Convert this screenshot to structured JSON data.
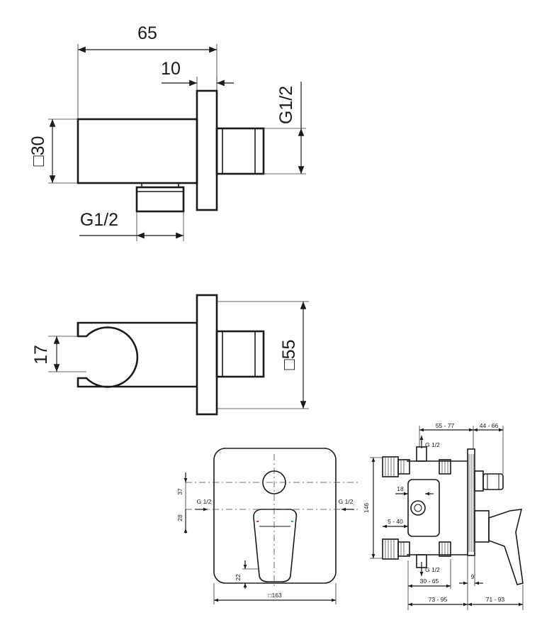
{
  "top_view": {
    "dim_total_width": "65",
    "dim_flange": "10",
    "dim_thread_right": "G1/2",
    "dim_square_height": "□30",
    "dim_thread_bottom": "G1/2"
  },
  "holder_view": {
    "dim_holder_opening": "17",
    "dim_plate_square": "□55"
  },
  "trim_front": {
    "dim_top_offset": "37",
    "dim_mid_offset": "28",
    "dim_inlet_left": "G 1/2",
    "dim_inlet_right": "G 1/2",
    "dim_bottom_gap": "22",
    "dim_plate_width": "□163"
  },
  "valve_side": {
    "dim_depth_a": "55 - 77",
    "dim_depth_b": "44 - 66",
    "dim_outlet_top": "G 1/2",
    "dim_height": "146",
    "dim_18": "18",
    "dim_5_40": "5 - 40",
    "dim_outlet_bottom": "G 1/2",
    "dim_30_65": "30 - 65",
    "dim_9": "9",
    "dim_73_95": "73 - 95",
    "dim_71_93": "71 - 93"
  }
}
